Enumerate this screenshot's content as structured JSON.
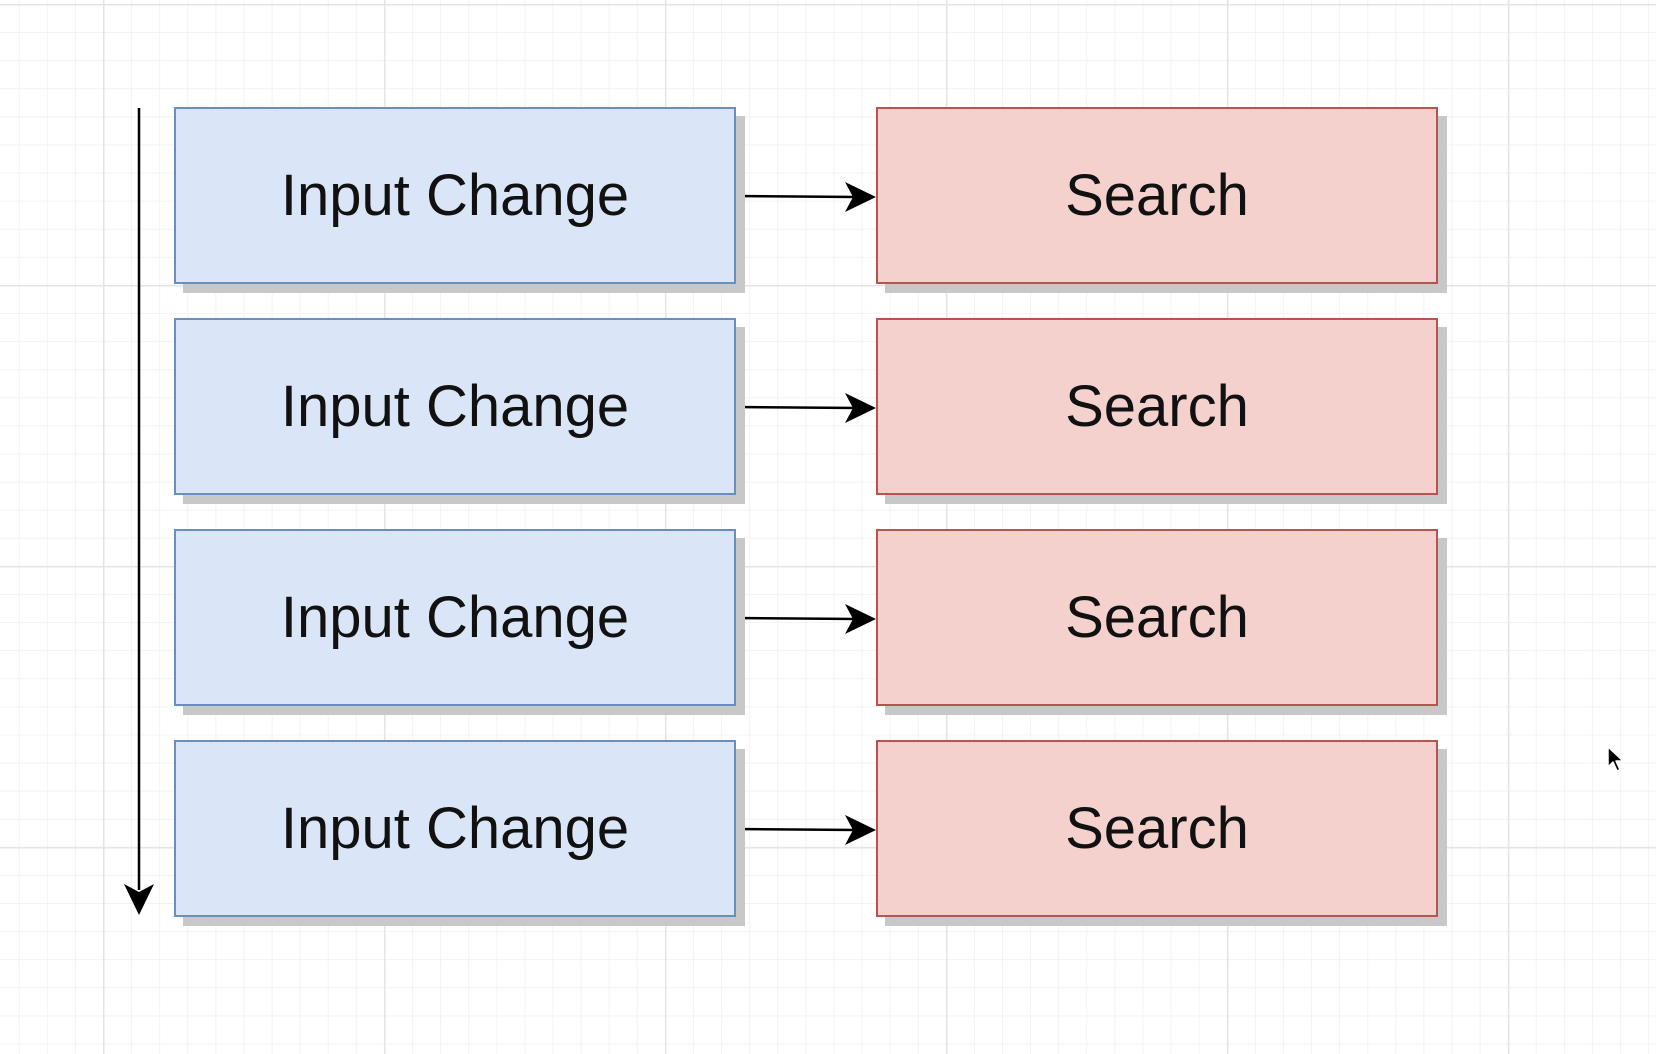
{
  "diagram": {
    "rows": [
      {
        "source": "Input Change",
        "target": "Search"
      },
      {
        "source": "Input Change",
        "target": "Search"
      },
      {
        "source": "Input Change",
        "target": "Search"
      },
      {
        "source": "Input Change",
        "target": "Search"
      }
    ]
  },
  "icons": {
    "cursor": "mouse-pointer-icon"
  },
  "colors": {
    "input_fill": "#dae6f8",
    "input_border": "#6c8ebf",
    "search_fill": "#f4d1cc",
    "search_border": "#b85450",
    "arrow": "#000000"
  }
}
